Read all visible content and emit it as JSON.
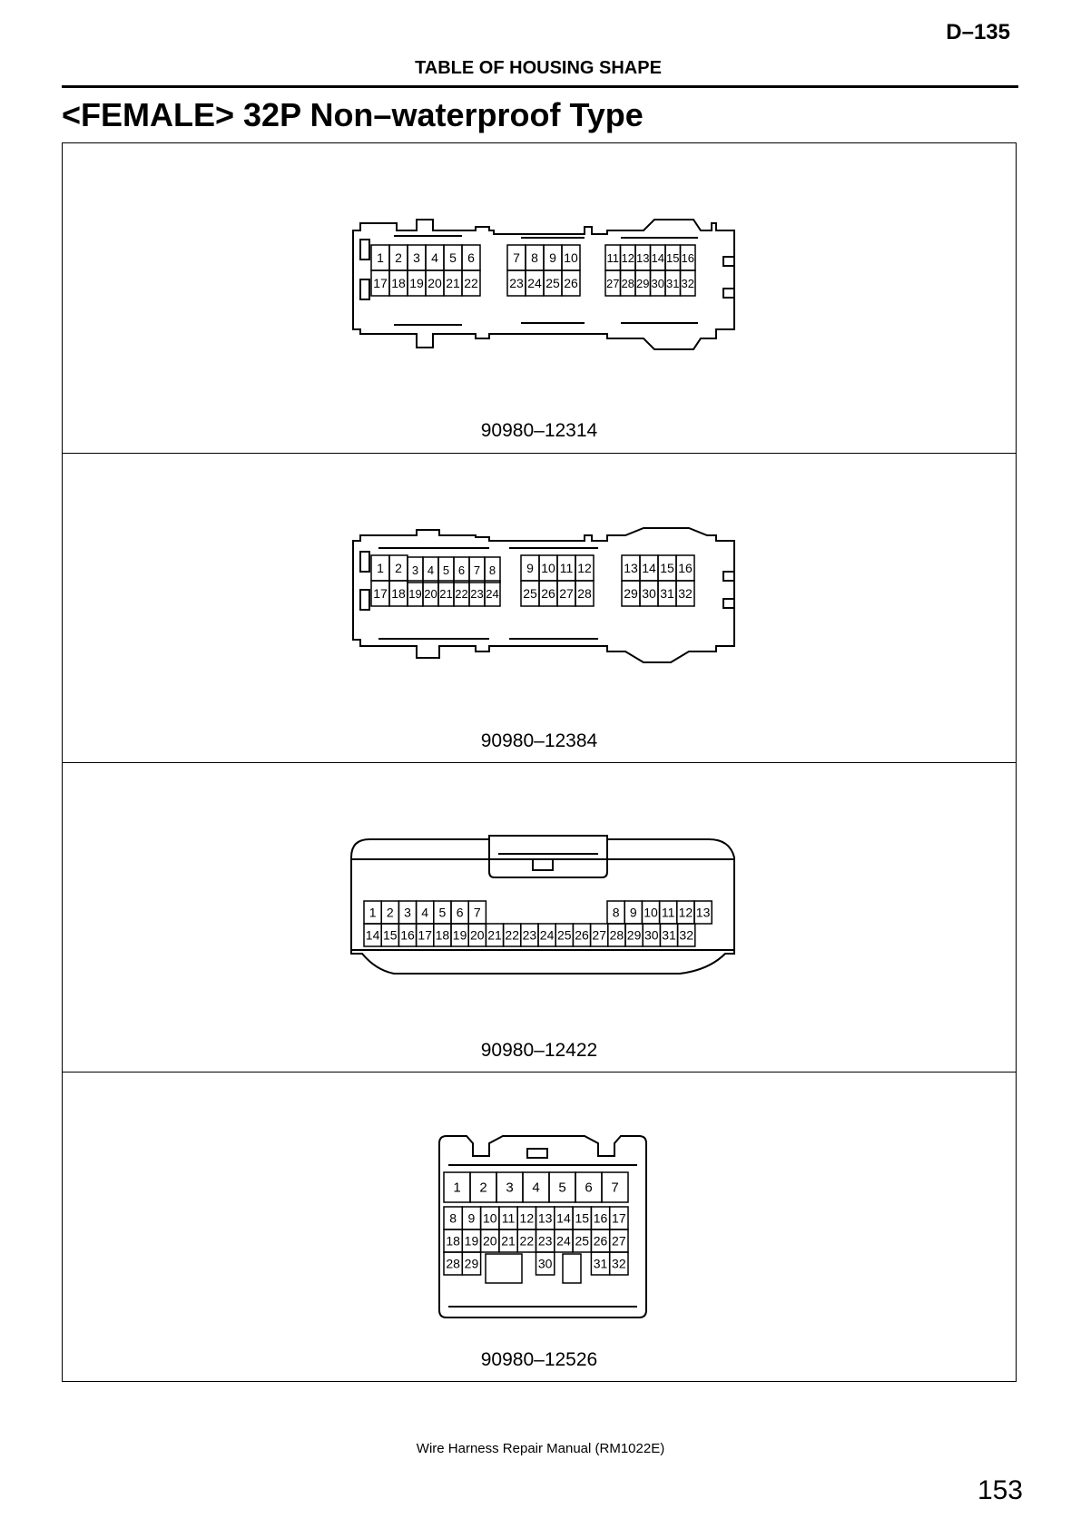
{
  "header": {
    "page_code": "D–135",
    "section_title": "TABLE OF HOUSING SHAPE",
    "heading": "<FEMALE> 32P Non–waterproof Type"
  },
  "connectors": [
    {
      "part_number": "90980–12314",
      "rows": [
        [
          "1",
          "2",
          "3",
          "4",
          "5",
          "6",
          "7",
          "8",
          "9",
          "10",
          "11",
          "12",
          "13",
          "14",
          "15",
          "16"
        ],
        [
          "17",
          "18",
          "19",
          "20",
          "21",
          "22",
          "23",
          "24",
          "25",
          "26",
          "27",
          "28",
          "29",
          "30",
          "31",
          "32"
        ]
      ]
    },
    {
      "part_number": "90980–12384",
      "rows": [
        [
          "1",
          "2",
          "3",
          "4",
          "5",
          "6",
          "7",
          "8",
          "9",
          "10",
          "11",
          "12",
          "13",
          "14",
          "15",
          "16"
        ],
        [
          "17",
          "18",
          "19",
          "20",
          "21",
          "22",
          "23",
          "24",
          "25",
          "26",
          "27",
          "28",
          "29",
          "30",
          "31",
          "32"
        ]
      ]
    },
    {
      "part_number": "90980–12422",
      "rows": [
        [
          "1",
          "2",
          "3",
          "4",
          "5",
          "6",
          "7",
          "8",
          "9",
          "10",
          "11",
          "12",
          "13"
        ],
        [
          "14",
          "15",
          "16",
          "17",
          "18",
          "19",
          "20",
          "21",
          "22",
          "23",
          "24",
          "25",
          "26",
          "27",
          "28",
          "29",
          "30",
          "31",
          "32"
        ]
      ]
    },
    {
      "part_number": "90980–12526",
      "rows": [
        [
          "1",
          "2",
          "3",
          "4",
          "5",
          "6",
          "7"
        ],
        [
          "8",
          "9",
          "10",
          "11",
          "12",
          "13",
          "14",
          "15",
          "16",
          "17"
        ],
        [
          "18",
          "19",
          "20",
          "21",
          "22",
          "23",
          "24",
          "25",
          "26",
          "27"
        ],
        [
          "28",
          "29",
          "30",
          "31",
          "32"
        ]
      ]
    }
  ],
  "footer": {
    "manual_title": "Wire Harness Repair Manual (RM1022E)",
    "page_number": "153"
  }
}
